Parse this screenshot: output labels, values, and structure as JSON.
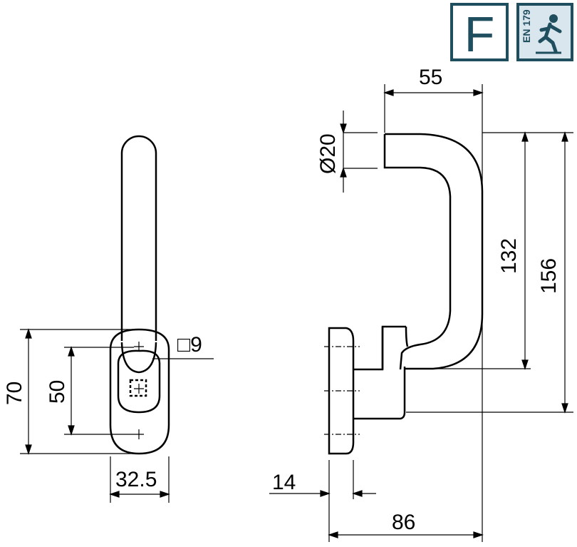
{
  "badges": {
    "fire_letter": "F",
    "en_label": "EN 179",
    "color": "#1f4e5f",
    "tile_bg": "#d9e6ee",
    "icon": "emergency-exit-runner-icon"
  },
  "front_view": {
    "height_outer": "70",
    "height_inner": "50",
    "width": "32.5",
    "square_spindle": "□9"
  },
  "side_view": {
    "projection": "55",
    "diameter": "Ø20",
    "grip_height": "132",
    "total_height": "156",
    "rose_thickness": "14",
    "total_depth": "86"
  },
  "colors": {
    "line": "#000000",
    "badge": "#1f4e5f"
  }
}
